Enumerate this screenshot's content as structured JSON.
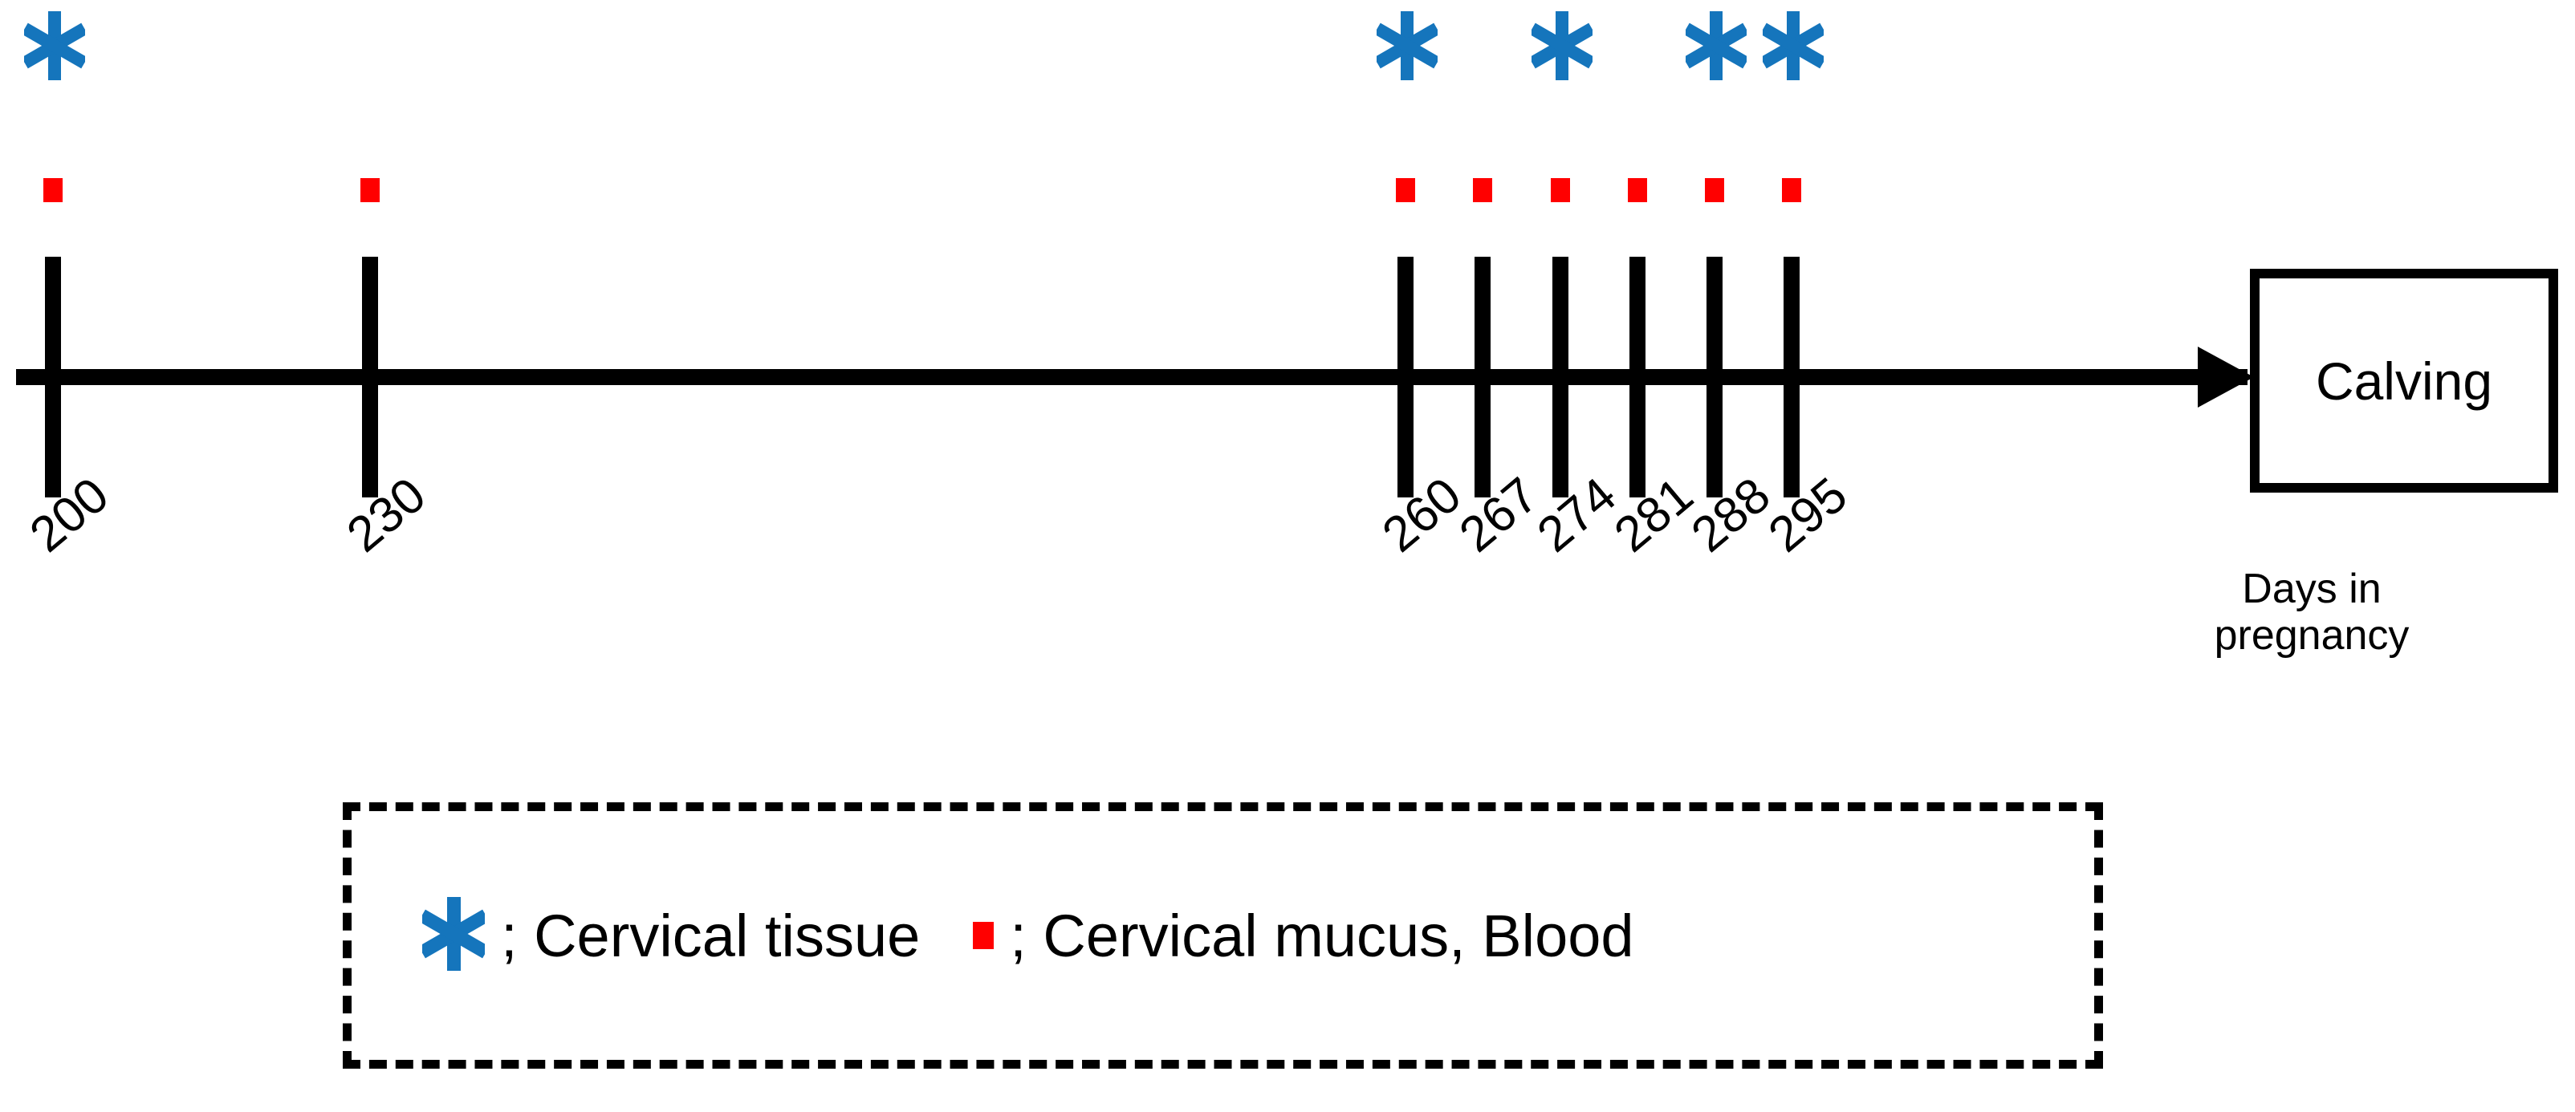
{
  "chart_data": {
    "type": "timeline",
    "title": "",
    "xlabel": "Days in pregnancy",
    "axis_caption_line1": "Days in",
    "axis_caption_line2": "pregnancy",
    "x_unit": "days in pregnancy",
    "axis_ticks": [
      {
        "label": "200",
        "value": 200
      },
      {
        "label": "230",
        "value": 230
      },
      {
        "label": "260",
        "value": 260
      },
      {
        "label": "267",
        "value": 267
      },
      {
        "label": "274",
        "value": 274
      },
      {
        "label": "281",
        "value": 281
      },
      {
        "label": "288",
        "value": 288
      },
      {
        "label": "295",
        "value": 295
      }
    ],
    "series": [
      {
        "name": "Cervical tissue",
        "marker": "asterisk",
        "color": "#1575BC",
        "x": [
          200,
          260,
          274,
          288,
          295
        ]
      },
      {
        "name": "Cervical mucus, Blood",
        "marker": "square",
        "color": "#FF0000",
        "x": [
          200,
          230,
          260,
          267,
          274,
          281,
          288,
          295
        ]
      }
    ],
    "endpoint": {
      "label": "Calving",
      "after": 295
    },
    "grid": false,
    "legend_position": "bottom-center"
  },
  "colors": {
    "cervical_tissue": "#1575BC",
    "cervical_mucus_blood": "#FF0000",
    "axis": "#000000",
    "background": "#FFFFFF"
  },
  "timeline": {
    "ticks": [
      {
        "id": "tick-200",
        "label": "200",
        "x": 65,
        "label_x": 30,
        "label_y": 640
      },
      {
        "id": "tick-230",
        "label": "230",
        "x": 460,
        "label_x": 425,
        "label_y": 640
      },
      {
        "id": "tick-260",
        "label": "260",
        "x": 1750,
        "label_x": 1713,
        "label_y": 640
      },
      {
        "id": "tick-267",
        "label": "267",
        "x": 1846,
        "label_x": 1809,
        "label_y": 640
      },
      {
        "id": "tick-274",
        "label": "274",
        "x": 1943,
        "label_x": 1906,
        "label_y": 640
      },
      {
        "id": "tick-281",
        "label": "281",
        "x": 2039,
        "label_x": 2002,
        "label_y": 640
      },
      {
        "id": "tick-288",
        "label": "288",
        "x": 2135,
        "label_x": 2098,
        "label_y": 640
      },
      {
        "id": "tick-295",
        "label": "295",
        "x": 2231,
        "label_x": 2194,
        "label_y": 640
      }
    ],
    "asterisk_x": [
      65,
      1750,
      1943,
      2135,
      2231
    ],
    "square_x": [
      65,
      460,
      1750,
      1846,
      1943,
      2039,
      2135,
      2231
    ]
  },
  "endpoint": {
    "label": "Calving"
  },
  "axis_caption": {
    "line1": "Days in",
    "line2": "pregnancy"
  },
  "legend": {
    "entries": [
      {
        "marker": "asterisk-icon",
        "color": "#1575BC",
        "text": "; Cervical tissue"
      },
      {
        "marker": "square-icon",
        "color": "#FF0000",
        "text": "; Cervical mucus, Blood"
      }
    ]
  }
}
